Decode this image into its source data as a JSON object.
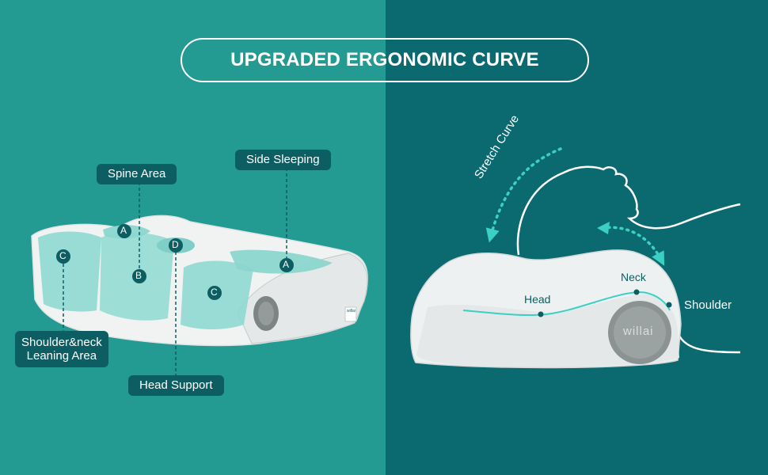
{
  "title": "UPGRADED ERGONOMIC CURVE",
  "colors": {
    "left_bg": "#239a92",
    "right_bg": "#0a6a70",
    "tag_bg": "#0d5e63",
    "accent_teal": "#3ccfc6",
    "pillow_white": "#f2f4f4",
    "knob_gray": "#7c8584"
  },
  "left": {
    "labels": {
      "spine_area": "Spine Area",
      "side_sleeping": "Side Sleeping",
      "shoulder_neck_line1": "Shoulder&neck",
      "shoulder_neck_line2": "Leaning Area",
      "head_support": "Head Support"
    },
    "markers": {
      "a": "A",
      "b": "B",
      "c": "C",
      "d": "D"
    },
    "pillow_tag": "willai"
  },
  "right": {
    "stretch_curve": "Stretch  Curve",
    "head": "Head",
    "neck": "Neck",
    "shoulder": "Shoulder",
    "brand": "willai"
  }
}
